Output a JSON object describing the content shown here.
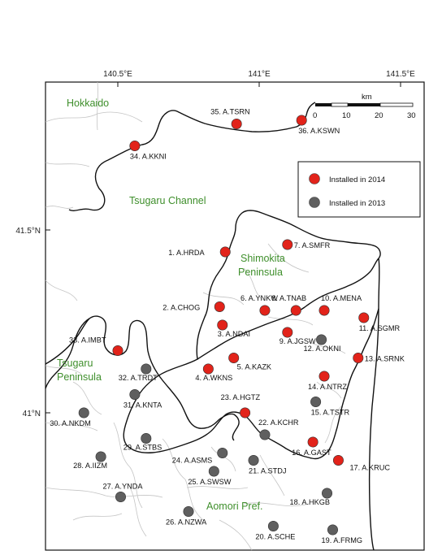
{
  "axes": {
    "longitude_ticks": [
      {
        "label": "140.5°E",
        "lon": 140.5
      },
      {
        "label": "141°E",
        "lon": 141.0
      },
      {
        "label": "141.5°E",
        "lon": 141.5
      }
    ],
    "latitude_ticks": [
      {
        "label": "41.5°N",
        "lat": 41.5
      },
      {
        "label": "41°N",
        "lat": 41.0
      }
    ]
  },
  "regions": {
    "hokkaido": "Hokkaido",
    "channel": "Tsugaru Channel",
    "shimokita_1": "Shimokita",
    "shimokita_2": "Peninsula",
    "tsugaru_1": "Tsugaru",
    "tsugaru_2": "Peninsula",
    "aomori": "Aomori Pref."
  },
  "colors": {
    "installed_2014": "#e2231a",
    "installed_2013": "#5f5f5f",
    "region_text": "#3f8f2c",
    "land_boundary": "#111111",
    "municipal_boundary": "#c4c4c4"
  },
  "legend": {
    "items": [
      {
        "label": "Installed in 2014",
        "year": 2014
      },
      {
        "label": "Installed in 2013",
        "year": 2013
      }
    ]
  },
  "scale_bar": {
    "unit": "km",
    "ticks": [
      "0",
      "10",
      "20",
      "30"
    ]
  },
  "stations": [
    {
      "label": "1. A.HRDA",
      "year": 2014,
      "lon": 140.88,
      "lat": 41.44
    },
    {
      "label": "2. A.CHOG",
      "year": 2014,
      "lon": 140.86,
      "lat": 41.29
    },
    {
      "label": "3. A.NDAI",
      "year": 2014,
      "lon": 140.87,
      "lat": 41.24
    },
    {
      "label": "4. A.WKNS",
      "year": 2014,
      "lon": 140.82,
      "lat": 41.12
    },
    {
      "label": "5. A.KAZK",
      "year": 2014,
      "lon": 140.91,
      "lat": 41.15
    },
    {
      "label": "6. A.YNKW",
      "year": 2014,
      "lon": 141.02,
      "lat": 41.28
    },
    {
      "label": "7. A.SMFR",
      "year": 2014,
      "lon": 141.1,
      "lat": 41.46
    },
    {
      "label": "8. A.TNAB",
      "year": 2014,
      "lon": 141.13,
      "lat": 41.28
    },
    {
      "label": "9. A.JGSW",
      "year": 2014,
      "lon": 141.1,
      "lat": 41.22
    },
    {
      "label": "10. A.MENA",
      "year": 2014,
      "lon": 141.23,
      "lat": 41.28
    },
    {
      "label": "11. A.SGMR",
      "year": 2014,
      "lon": 141.37,
      "lat": 41.26
    },
    {
      "label": "12. A.OKNI",
      "year": 2013,
      "lon": 141.22,
      "lat": 41.2
    },
    {
      "label": "13. A.SRNK",
      "year": 2014,
      "lon": 141.35,
      "lat": 41.15
    },
    {
      "label": "14. A.NTRZ",
      "year": 2014,
      "lon": 141.23,
      "lat": 41.1
    },
    {
      "label": "15. A.TSTR",
      "year": 2013,
      "lon": 141.2,
      "lat": 41.03
    },
    {
      "label": "16. A.GAST",
      "year": 2014,
      "lon": 141.19,
      "lat": 40.92
    },
    {
      "label": "17. A.KRUC",
      "year": 2014,
      "lon": 141.28,
      "lat": 40.87
    },
    {
      "label": "18. A.HKGB",
      "year": 2013,
      "lon": 141.24,
      "lat": 40.78
    },
    {
      "label": "19. A.FRMG",
      "year": 2013,
      "lon": 141.26,
      "lat": 40.68
    },
    {
      "label": "20. A.SCHE",
      "year": 2013,
      "lon": 141.05,
      "lat": 40.69
    },
    {
      "label": "21. A.STDJ",
      "year": 2013,
      "lon": 140.98,
      "lat": 40.87
    },
    {
      "label": "22. A.KCHR",
      "year": 2013,
      "lon": 141.02,
      "lat": 40.94
    },
    {
      "label": "23. A.HGTZ",
      "year": 2014,
      "lon": 140.95,
      "lat": 41.0
    },
    {
      "label": "24. A.ASMS",
      "year": 2013,
      "lon": 140.87,
      "lat": 40.89
    },
    {
      "label": "25. A.SWSW",
      "year": 2013,
      "lon": 140.84,
      "lat": 40.84
    },
    {
      "label": "26. A.NZWA",
      "year": 2013,
      "lon": 140.75,
      "lat": 40.73
    },
    {
      "label": "27. A.YNDA",
      "year": 2013,
      "lon": 140.51,
      "lat": 40.77
    },
    {
      "label": "28. A.IIZM",
      "year": 2013,
      "lon": 140.44,
      "lat": 40.88
    },
    {
      "label": "29. A.STBS",
      "year": 2013,
      "lon": 140.6,
      "lat": 40.93
    },
    {
      "label": "30. A.NKDM",
      "year": 2013,
      "lon": 140.38,
      "lat": 41.0
    },
    {
      "label": "31. A.KNTA",
      "year": 2013,
      "lon": 140.56,
      "lat": 41.05
    },
    {
      "label": "32. A.TRDT",
      "year": 2013,
      "lon": 140.6,
      "lat": 41.12
    },
    {
      "label": "33. A.IMBT",
      "year": 2014,
      "lon": 140.5,
      "lat": 41.17
    },
    {
      "label": "34. A.KKNI",
      "year": 2014,
      "lon": 140.56,
      "lat": 41.73
    },
    {
      "label": "35. A.TSRN",
      "year": 2014,
      "lon": 140.92,
      "lat": 41.79
    },
    {
      "label": "36. A.KSWN",
      "year": 2014,
      "lon": 141.15,
      "lat": 41.8
    }
  ]
}
